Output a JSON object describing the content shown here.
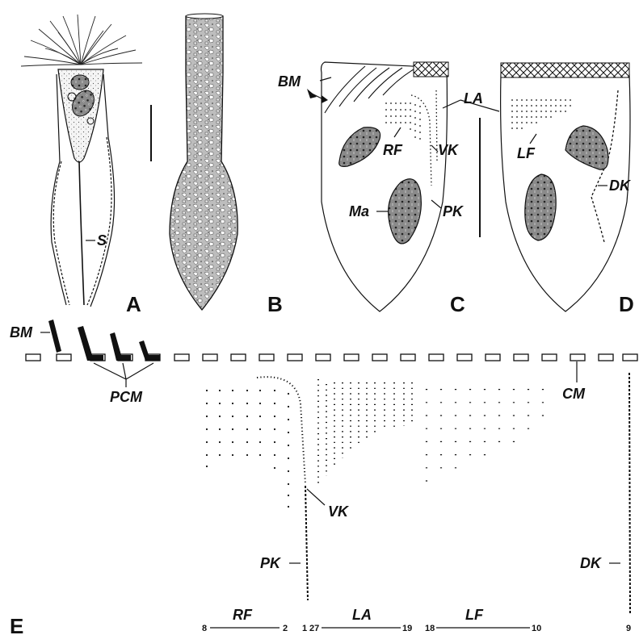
{
  "panels": [
    "A",
    "B",
    "C",
    "D",
    "E"
  ],
  "labels": {
    "S": "S",
    "BM": "BM",
    "LA": "LA",
    "RF": "RF",
    "VK": "VK",
    "Ma": "Ma",
    "PK": "PK",
    "LF": "LF",
    "DK": "DK",
    "PCM": "PCM",
    "CM": "CM"
  },
  "kinety_numbering": {
    "RF": {
      "label": "RF",
      "from": "8",
      "to": "2"
    },
    "VK": {
      "label": "1"
    },
    "LA": {
      "label": "LA",
      "from": "27",
      "to": "19"
    },
    "LF": {
      "label": "LF",
      "from": "18",
      "to": "10"
    },
    "DK": {
      "label": "9"
    }
  }
}
